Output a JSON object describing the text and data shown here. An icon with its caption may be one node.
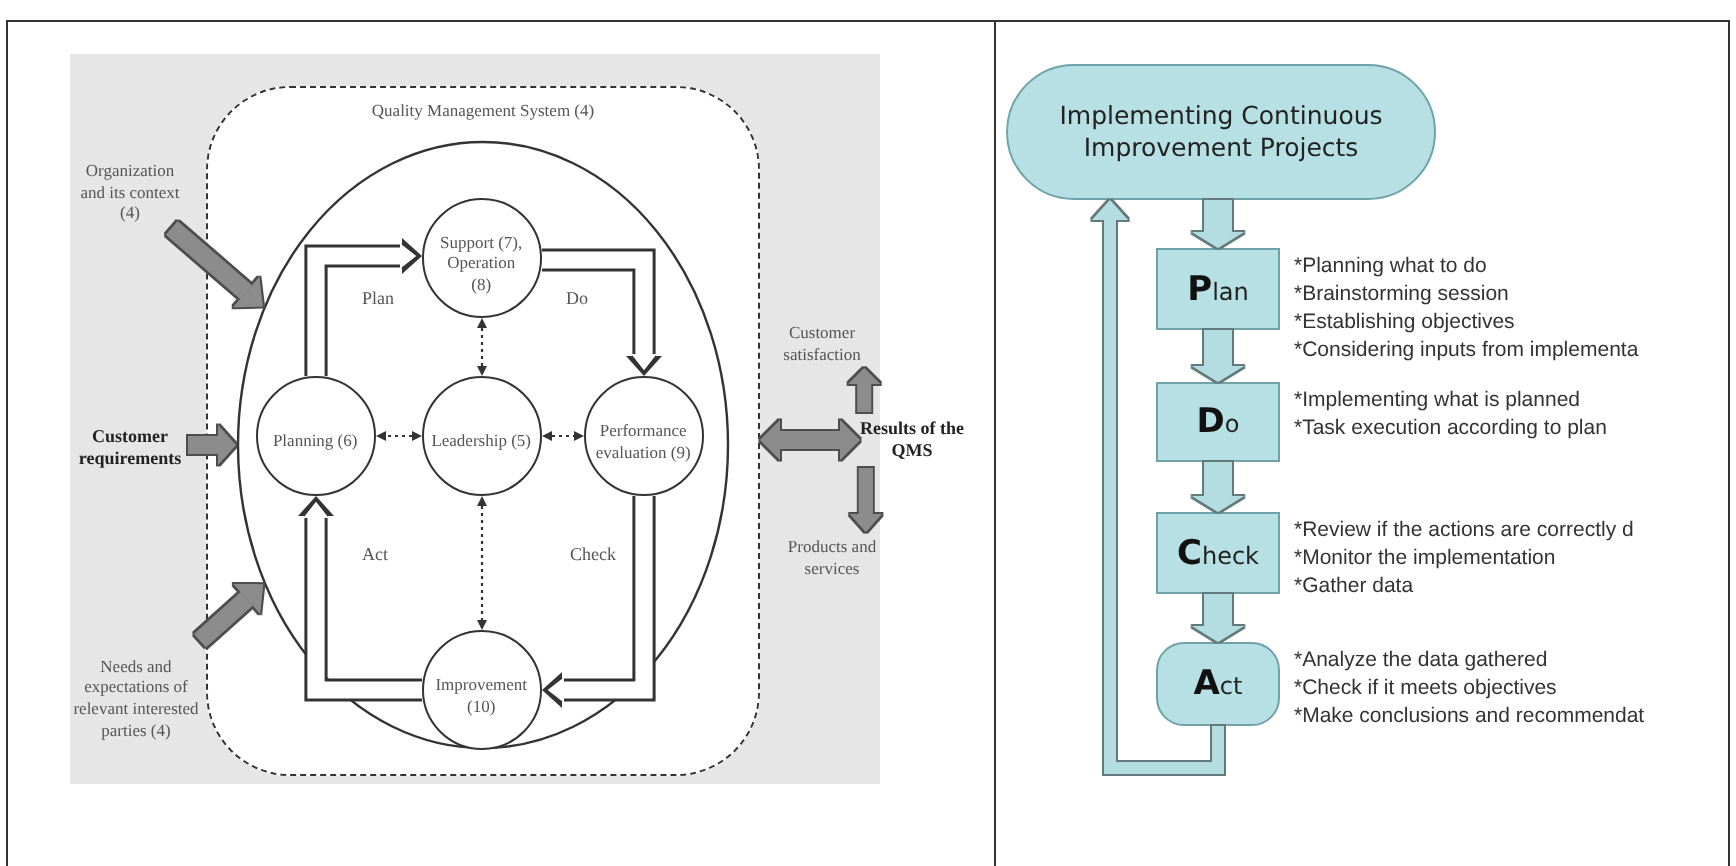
{
  "diagram": {
    "nodes": [
      {
        "text": [
          "Quality Management System (4)"
        ]
      },
      {
        "text": [],
        "shape": "circle",
        "in": 0
      },
      {
        "text": [
          "Support (7), Operation (8)"
        ],
        "in": 1
      },
      {
        "text": [
          "Planning (6)"
        ],
        "in": 1
      },
      {
        "text": [
          "Leadership (5)"
        ],
        "in": 1
      },
      {
        "text": [
          "Performance evaluation (9)"
        ],
        "in": 1
      },
      {
        "text": [
          "Improvement (10)"
        ],
        "in": 1
      },
      {
        "text": [
          "Organization and its context (4)"
        ]
      },
      {
        "text": [
          "Customer requirements"
        ]
      },
      {
        "text": [
          "Needs and expectations of relevant interested parties (4)"
        ]
      },
      {
        "text": [
          "Customer satisfaction"
        ]
      },
      {
        "text": [
          "Results of the QMS"
        ]
      },
      {
        "text": [
          "Products and services"
        ]
      },
      {
        "text": [
          "Implementing Continuous Improvement Projects"
        ]
      },
      {
        "text": [
          "**P**lan"
        ],
        "beside": [
          "*Planning what to do",
          "*Brainstorming session",
          "*Establishing objectives",
          "*Considering inputs from implementa"
        ]
      },
      {
        "text": [
          "**D**o"
        ],
        "beside": [
          "*Implementing what is planned",
          "*Task execution according to plan"
        ]
      },
      {
        "text": [
          "**C**heck"
        ],
        "beside": [
          "*Review if the actions are correctly d",
          "*Monitor the implementation",
          "*Gather data"
        ]
      },
      {
        "text": [
          "**A**ct"
        ],
        "beside": [
          "*Analyze the data gathered",
          "*Check if it meets objectives",
          "*Make conclusions and recommendat"
        ]
      }
    ],
    "edges": [
      {
        "from": 4,
        "to": 2,
        "arrow": "both",
        "style": "dashed"
      },
      {
        "from": 4,
        "to": 3,
        "arrow": "both",
        "style": "dashed"
      },
      {
        "from": 4,
        "to": 5,
        "arrow": "both",
        "style": "dashed"
      },
      {
        "from": 4,
        "to": 6,
        "arrow": "both",
        "style": "dashed"
      },
      {
        "from": 3,
        "to": 2,
        "arrow": "to",
        "label": "Plan"
      },
      {
        "from": 2,
        "to": 5,
        "arrow": "to",
        "label": "Do"
      },
      {
        "from": 5,
        "to": 6,
        "arrow": "to",
        "label": "Check"
      },
      {
        "from": 6,
        "to": 3,
        "arrow": "to",
        "label": "Act"
      },
      {
        "from": 7,
        "to": 1,
        "arrow": "to",
        "color": "#8c8c8c"
      },
      {
        "from": 8,
        "to": 1,
        "arrow": "to",
        "color": "#8c8c8c"
      },
      {
        "from": 9,
        "to": 1,
        "arrow": "to",
        "color": "#8c8c8c"
      },
      {
        "from": 0,
        "to": 11,
        "arrow": "both",
        "color": "#8c8c8c"
      },
      {
        "from": 11,
        "to": 10,
        "arrow": "to",
        "color": "#8c8c8c"
      },
      {
        "from": 11,
        "to": 12,
        "arrow": "to",
        "color": "#8c8c8c"
      },
      {
        "from": 13,
        "to": 14,
        "arrow": "to",
        "color": "#b3dde0"
      },
      {
        "from": 14,
        "to": 15,
        "arrow": "to",
        "color": "#b3dde0"
      },
      {
        "from": 15,
        "to": 16,
        "arrow": "to",
        "color": "#b3dde0"
      },
      {
        "from": 16,
        "to": 17,
        "arrow": "to",
        "color": "#b3dde0"
      },
      {
        "from": 17,
        "to": 13,
        "arrow": "to",
        "color": "#b3dde0"
      }
    ]
  }
}
